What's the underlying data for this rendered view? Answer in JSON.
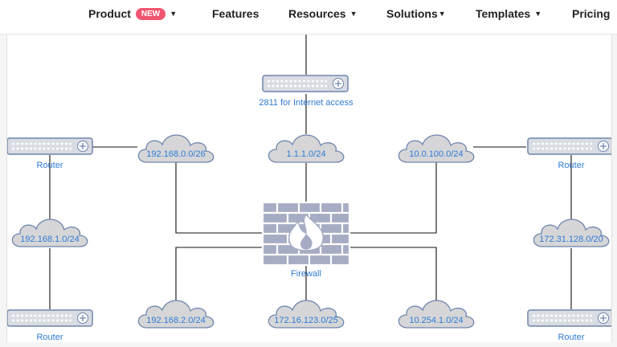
{
  "nav": {
    "product": "Product",
    "product_badge": "NEW",
    "features": "Features",
    "resources": "Resources",
    "solutions": "Solutions",
    "templates": "Templates",
    "pricing": "Pricing"
  },
  "diagram": {
    "internet_router": "2811 for Internet access",
    "router_top_left": "Router",
    "router_top_right": "Router",
    "router_bottom_left": "Router",
    "router_bottom_right": "Router",
    "firewall": "Firewall",
    "cloud_top_left": "192.168.0.0/26",
    "cloud_top_center": "1.1.1.0/24",
    "cloud_top_right": "10.0.100.0/24",
    "cloud_mid_left": "192.168.1.0/24",
    "cloud_mid_right": "172.31.128.0/20",
    "cloud_bottom_1": "192.168.2.0/24",
    "cloud_bottom_2": "172.16.123.0/25",
    "cloud_bottom_3": "10.254.1.0/24"
  },
  "colors": {
    "label": "#2f7bd3",
    "badge": "#f0566f",
    "device_fill": "#d9dce3",
    "device_stroke": "#6f86ad",
    "cloud_fill": "#d6d6d8",
    "cloud_stroke": "#6f86ad",
    "wall_fill": "#a6acc3",
    "wall_stroke": "#ffffff",
    "line": "#111111"
  },
  "icons": {
    "router": "router-icon",
    "cloud": "network-cloud-icon",
    "firewall": "firewall-icon",
    "dropdown": "chevron-down-icon"
  }
}
